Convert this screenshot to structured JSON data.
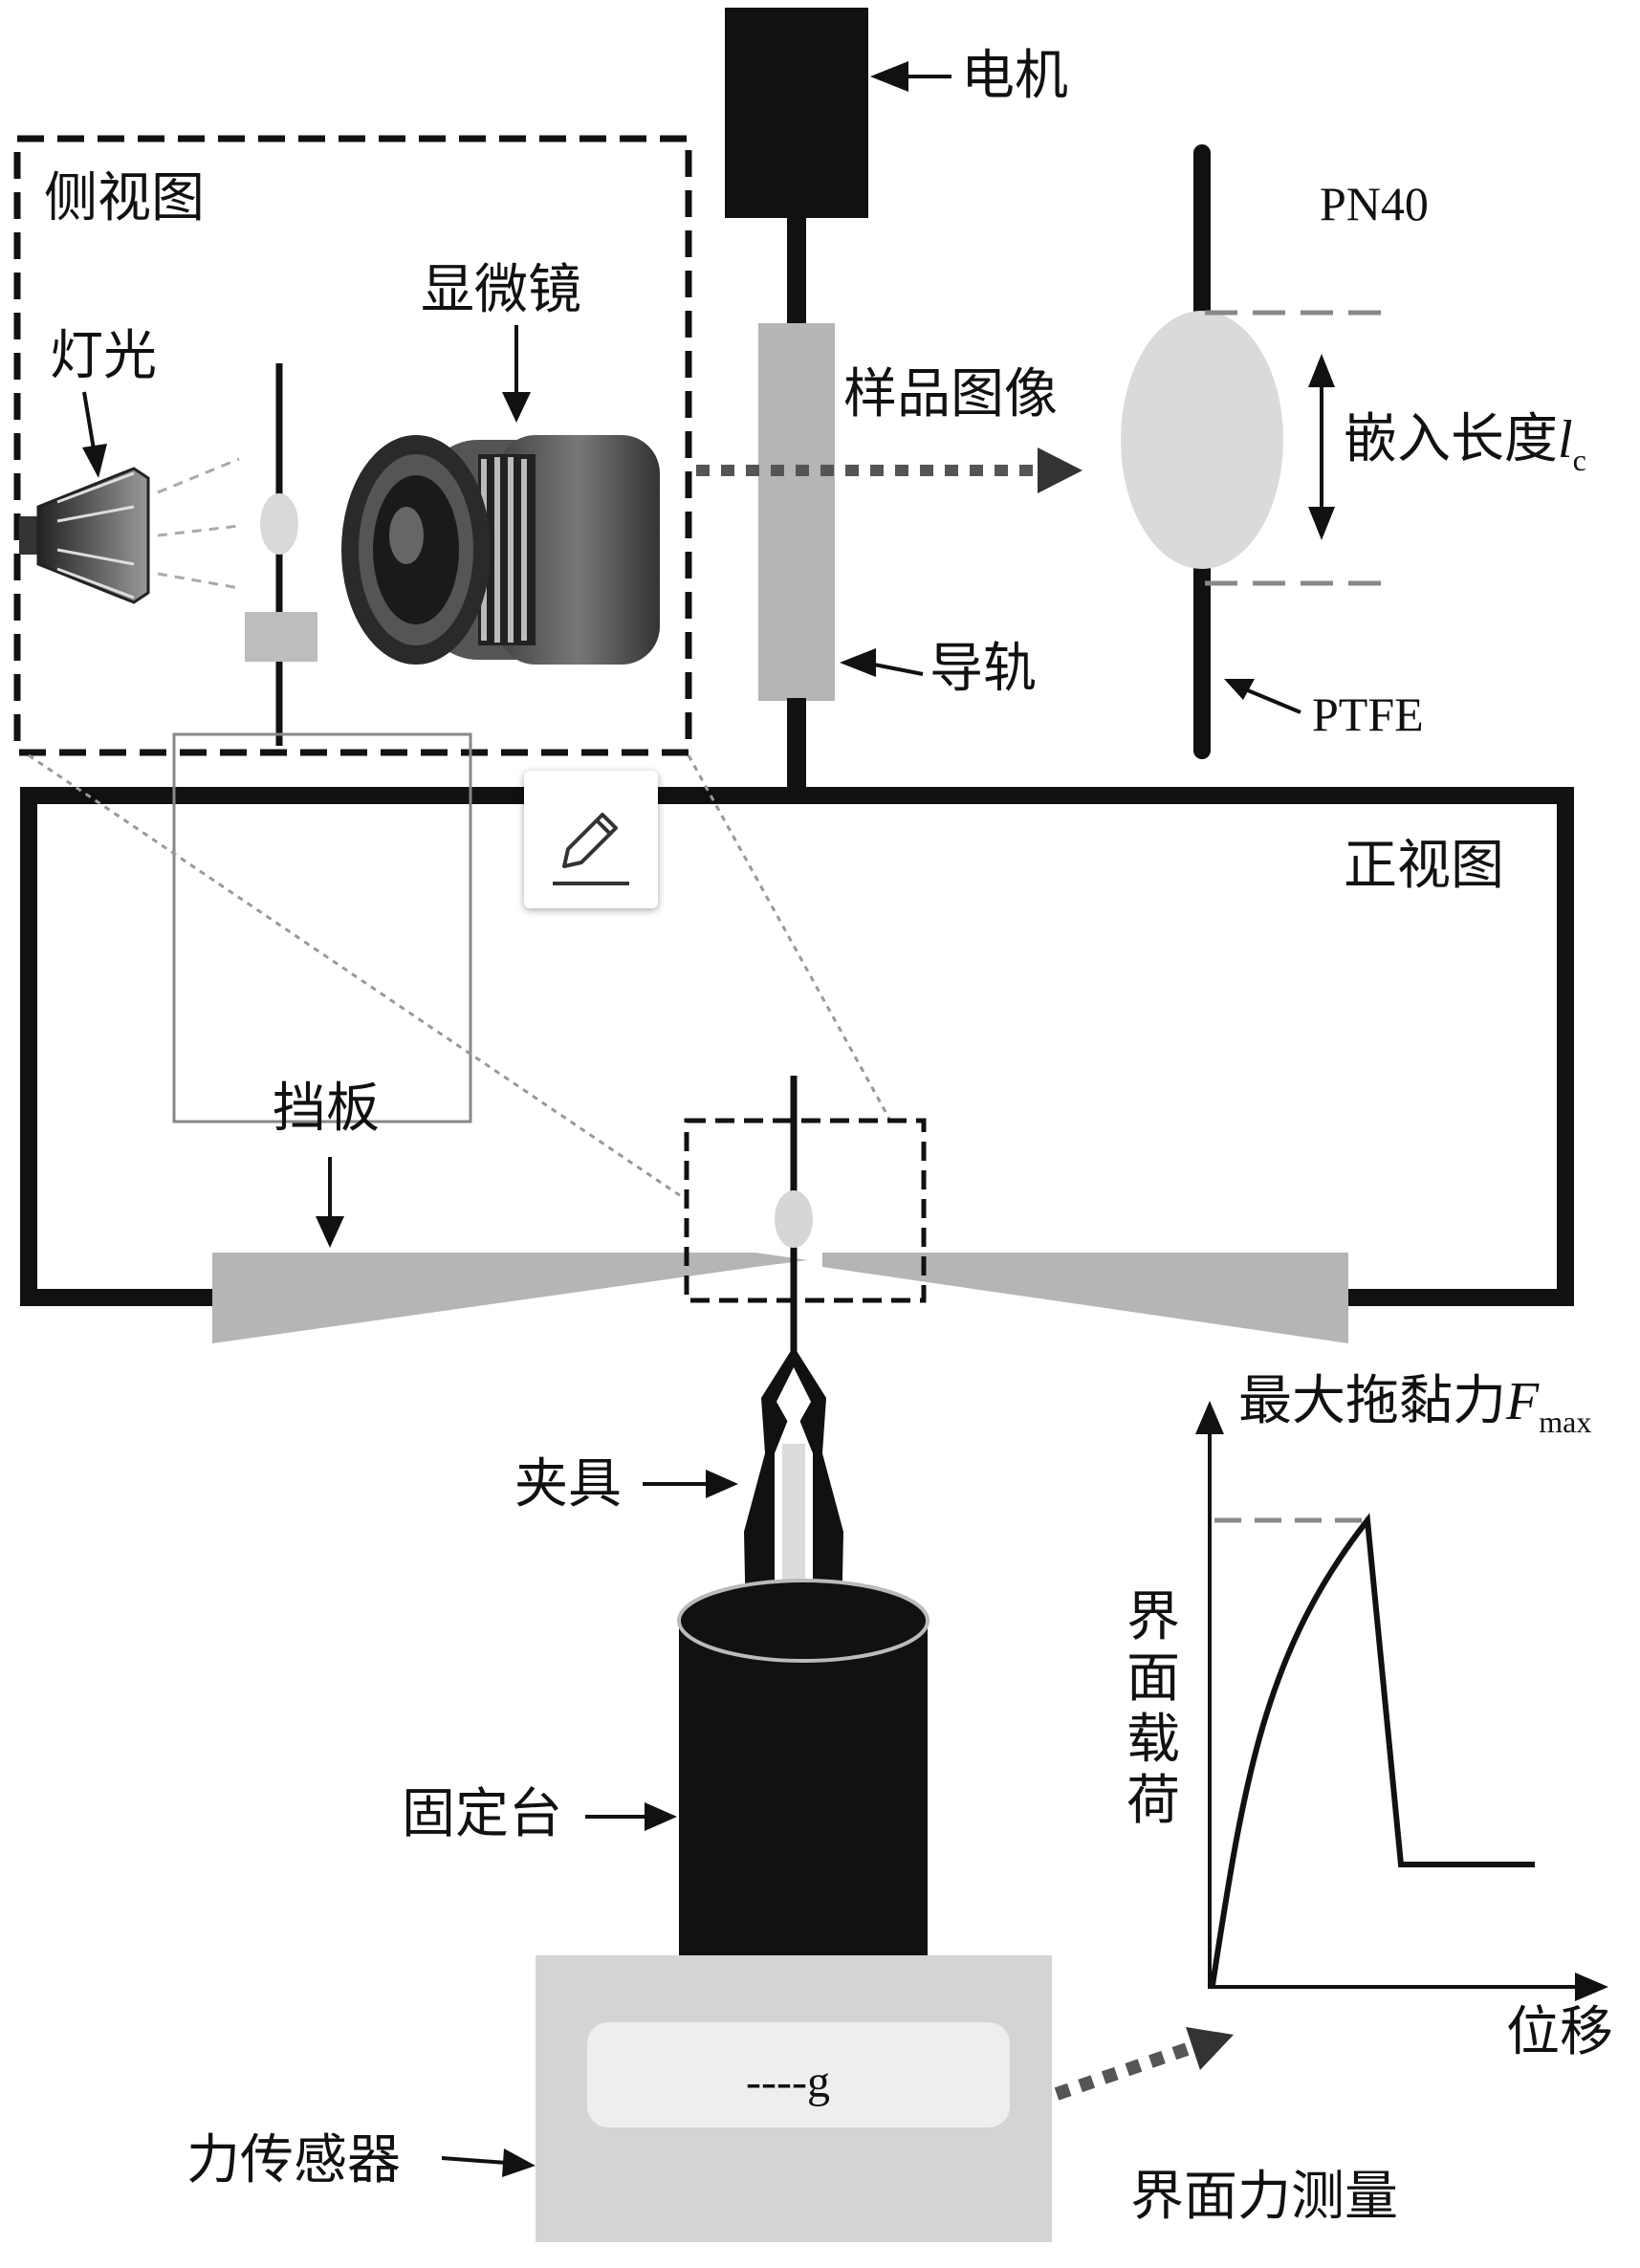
{
  "labels": {
    "motor": "电机",
    "side_view": "侧视图",
    "microscope": "显微镜",
    "light": "灯光",
    "sample_image": "样品图像",
    "pn40": "PN40",
    "embed_length": "嵌入长度",
    "embed_symbol": "l",
    "embed_subscript": "c",
    "guide_rail": "导轨",
    "ptfe": "PTFE",
    "front_view": "正视图",
    "baffle": "挡板",
    "fixture": "夹具",
    "max_force": "最大拖黏力",
    "max_force_symbol": "F",
    "max_force_subscript": "max",
    "interface_load": "界面载荷",
    "fixed_stage": "固定台",
    "displacement": "位移",
    "force_sensor": "力传感器",
    "readout": "----g",
    "interface_force_measurement": "界面力测量"
  },
  "icons": {
    "edit": "pencil-icon"
  },
  "colors": {
    "black": "#111111",
    "gray_light": "#c8c8c8",
    "gray_mid": "#a8a8a8",
    "dashed_gray": "#888888"
  }
}
